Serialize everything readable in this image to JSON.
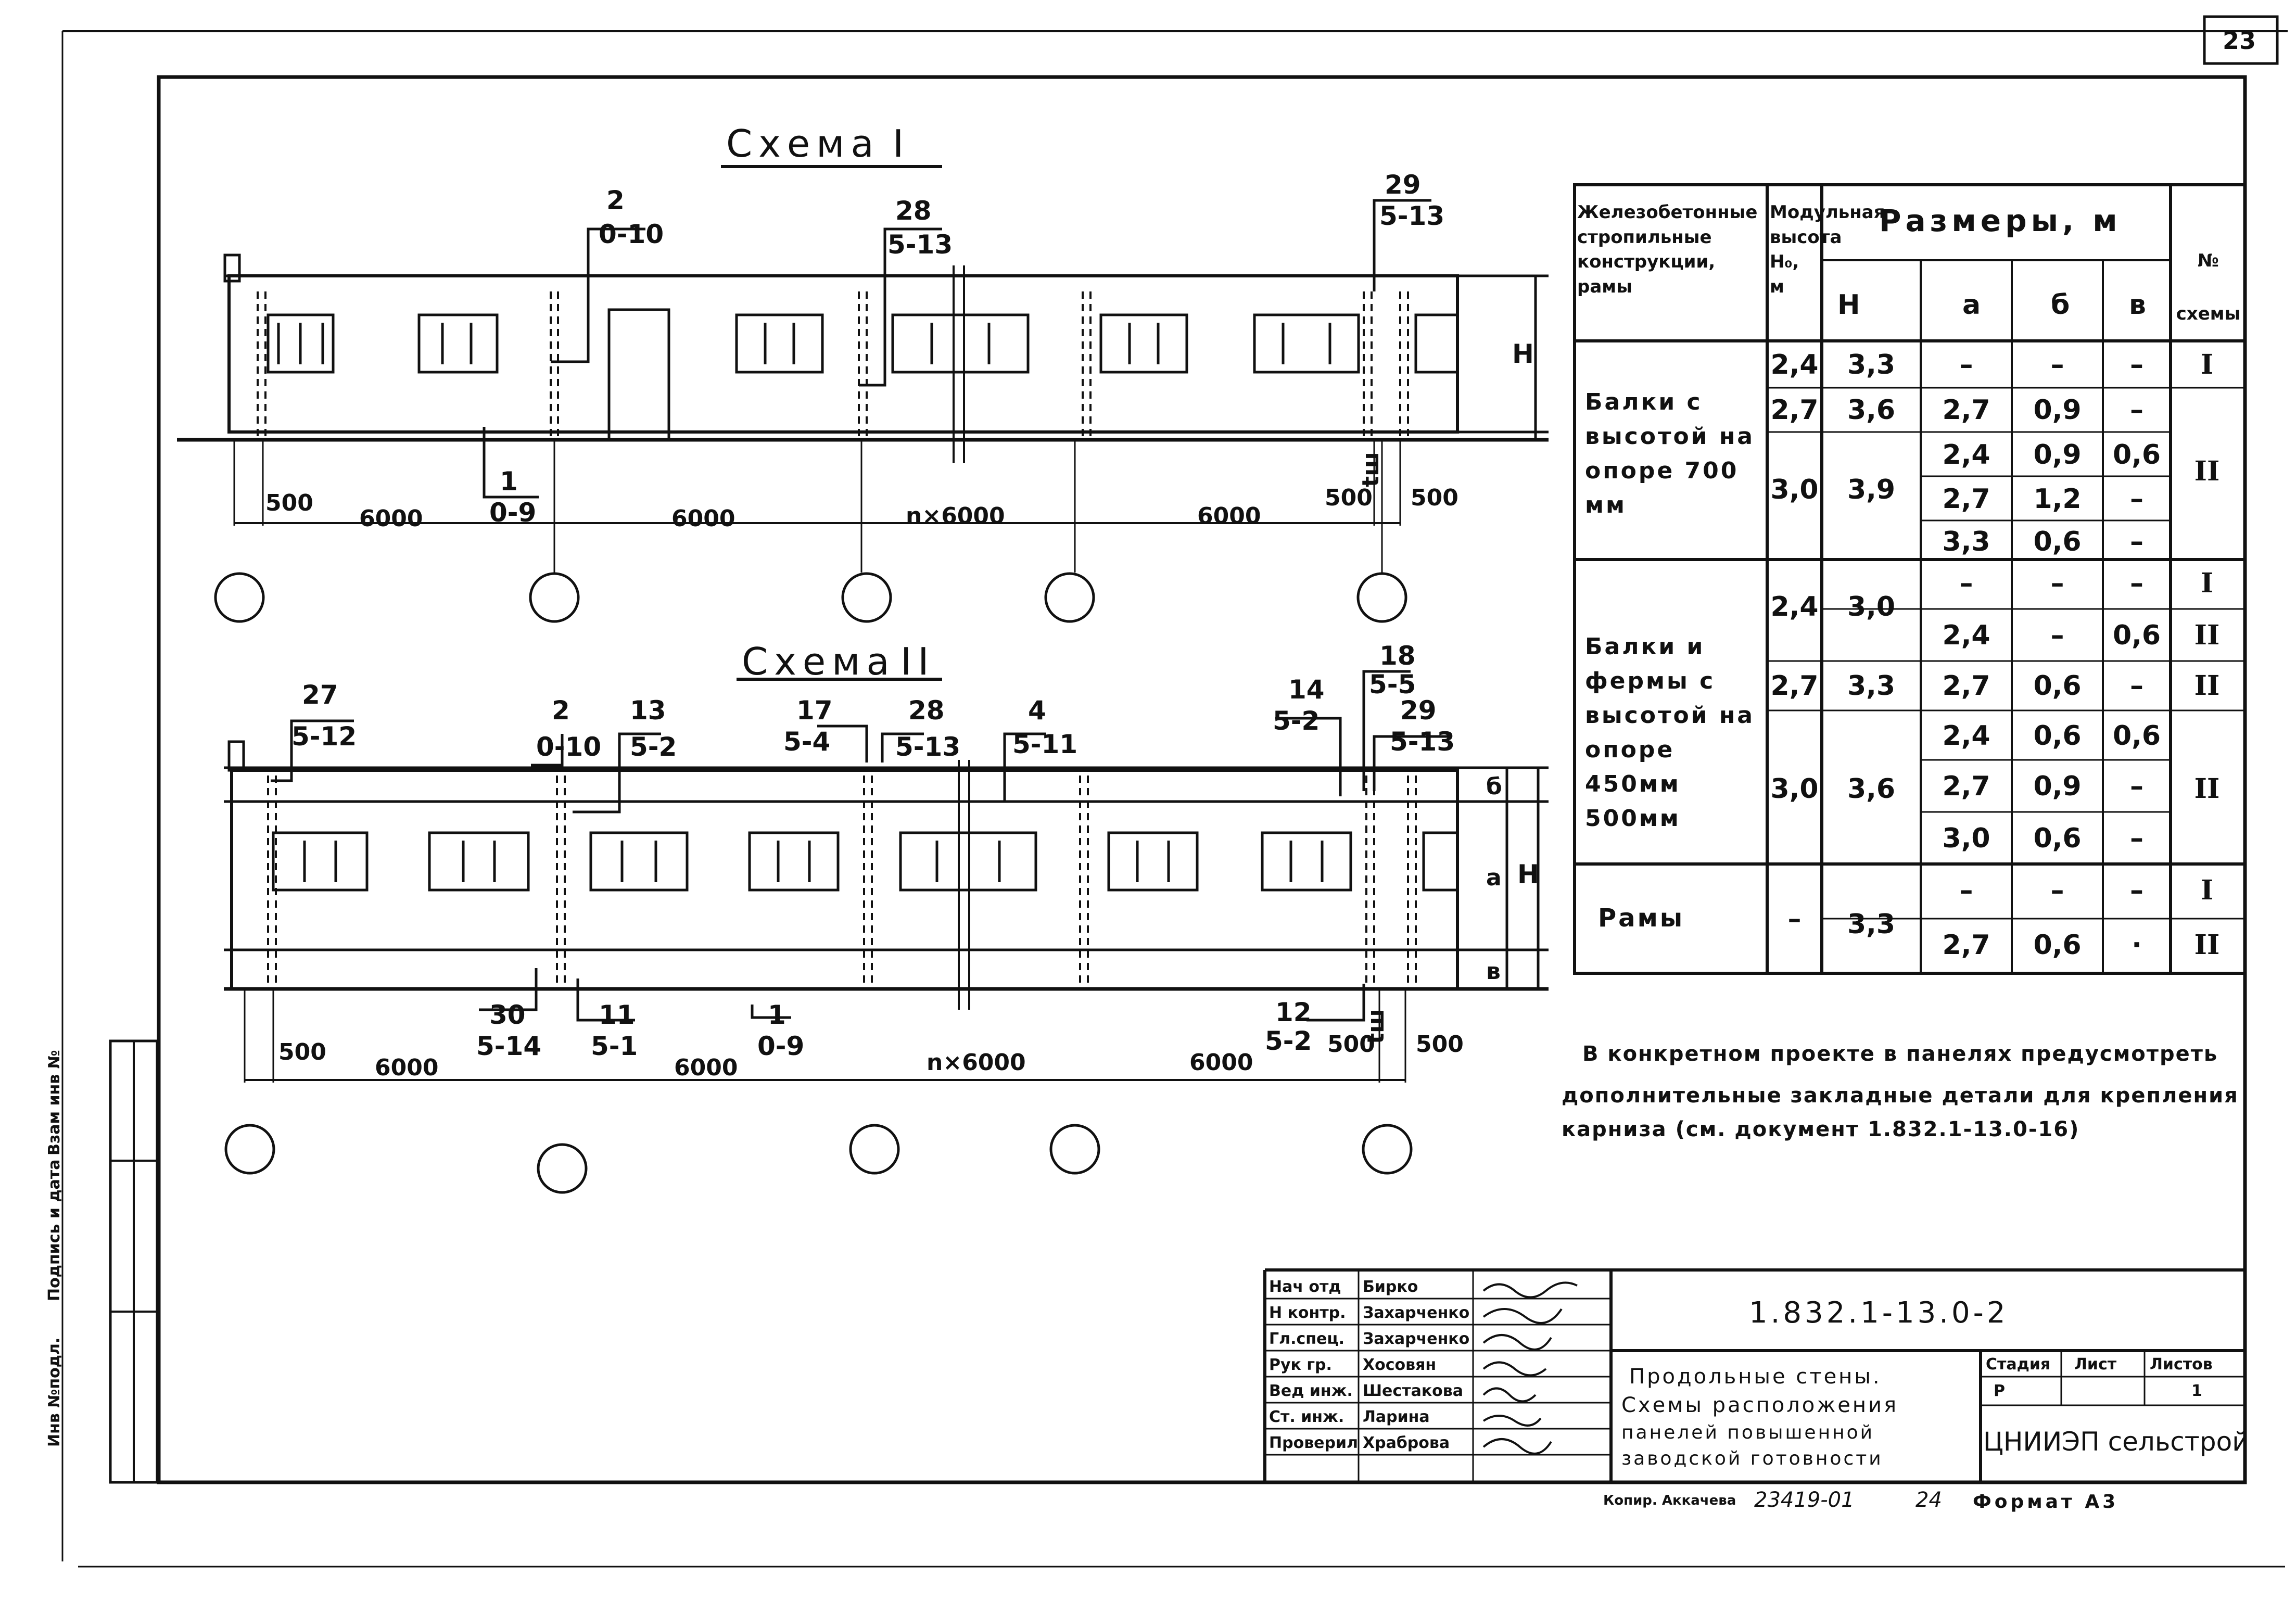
{
  "page_number": "23",
  "scheme1": {
    "title_word": "Схема",
    "title_num": "I",
    "marks": [
      {
        "num": "2",
        "code": "0-10"
      },
      {
        "num": "28",
        "code": "5-13"
      },
      {
        "num": "29",
        "code": "5-13"
      },
      {
        "num": "1",
        "code": "0-9"
      }
    ],
    "height_label": "H",
    "tsh_label": "tш",
    "dims": [
      "500",
      "6000",
      "6000",
      "n×6000",
      "6000",
      "500",
      "500"
    ]
  },
  "scheme2": {
    "title_word": "Схема",
    "title_num": "II",
    "marks": [
      {
        "num": "27",
        "code": "5-12"
      },
      {
        "num": "2",
        "code": "0-10"
      },
      {
        "num": "13",
        "code": "5-2"
      },
      {
        "num": "17",
        "code": "5-4"
      },
      {
        "num": "28",
        "code": "5-13"
      },
      {
        "num": "4",
        "code": "5-11"
      },
      {
        "num": "14",
        "code": "5-2"
      },
      {
        "num": "18",
        "code": "5-5"
      },
      {
        "num": "29",
        "code": "5-13"
      },
      {
        "num": "30",
        "code": "5-14"
      },
      {
        "num": "11",
        "code": "5-1"
      },
      {
        "num": "1",
        "code": "0-9"
      },
      {
        "num": "12",
        "code": "5-2"
      }
    ],
    "side_labels": [
      "б",
      "а",
      "в",
      "H"
    ],
    "tsh_label": "tш",
    "dims": [
      "500",
      "6000",
      "6000",
      "n×6000",
      "6000",
      "500",
      "500"
    ]
  },
  "table": {
    "h_type": "Железобетонные стропильные конструкции, рамы",
    "h_mod": "Модульная высота H₀, м",
    "h_sizes": "Размеры, м",
    "h_H": "H",
    "h_a": "а",
    "h_b": "б",
    "h_v": "в",
    "h_scheme": "№ схемы",
    "g1": "Балки с высотой на опоре 700 мм",
    "g2": "Балки и фермы с высотой на опоре 450мм 500мм",
    "g3": "Рамы",
    "rows": [
      {
        "H0": "2,4",
        "H": "3,3",
        "a": "–",
        "b": "–",
        "v": "–",
        "s": "I"
      },
      {
        "H0": "2,7",
        "H": "3,6",
        "a": "2,7",
        "b": "0,9",
        "v": "–",
        "s": ""
      },
      {
        "H0": "3,0",
        "H": "3,9",
        "a": "2,4",
        "b": "0,9",
        "v": "0,6",
        "s": "II"
      },
      {
        "H0": "",
        "H": "",
        "a": "2,7",
        "b": "1,2",
        "v": "–",
        "s": ""
      },
      {
        "H0": "",
        "H": "",
        "a": "3,3",
        "b": "0,6",
        "v": "–",
        "s": ""
      },
      {
        "H0": "2,4",
        "H": "3,0",
        "a": "–",
        "b": "–",
        "v": "–",
        "s": "I"
      },
      {
        "H0": "",
        "H": "",
        "a": "2,4",
        "b": "–",
        "v": "0,6",
        "s": "II"
      },
      {
        "H0": "2,7",
        "H": "3,3",
        "a": "2,7",
        "b": "0,6",
        "v": "–",
        "s": "II"
      },
      {
        "H0": "3,0",
        "H": "3,6",
        "a": "2,4",
        "b": "0,6",
        "v": "0,6",
        "s": "II"
      },
      {
        "H0": "",
        "H": "",
        "a": "2,7",
        "b": "0,9",
        "v": "–",
        "s": ""
      },
      {
        "H0": "",
        "H": "",
        "a": "3,0",
        "b": "0,6",
        "v": "–",
        "s": ""
      },
      {
        "H0": "–",
        "H": "3,3",
        "a": "–",
        "b": "–",
        "v": "–",
        "s": "I"
      },
      {
        "H0": "",
        "H": "",
        "a": "2,7",
        "b": "0,6",
        "v": "·",
        "s": "II"
      }
    ]
  },
  "note": [
    "В конкретном проекте в панелях предусмотреть",
    "дополнительные закладные детали для крепления",
    "карниза (см. документ 1.832.1-13.0-16)"
  ],
  "side_strip": [
    "Инв №подл.",
    "Подпись и дата",
    "Взам инв №"
  ],
  "stamp": {
    "doc_code": "1.832.1-13.0-2",
    "rows": [
      {
        "role": "Нач отд",
        "name": "Бирко"
      },
      {
        "role": "Н контр.",
        "name": "Захарченко"
      },
      {
        "role": "Гл.спец.",
        "name": "Захарченко"
      },
      {
        "role": "Рук гр.",
        "name": "Хосовян"
      },
      {
        "role": "Вед инж.",
        "name": "Шестакова"
      },
      {
        "role": "Ст. инж.",
        "name": "Ларина"
      },
      {
        "role": "Проверил",
        "name": "Храброва"
      }
    ],
    "title_lines": [
      "Продольные стены.",
      "Схемы расположения",
      "панелей повышенной",
      "заводской готовности"
    ],
    "stage_h": "Стадия",
    "sheet_h": "Лист",
    "sheets_h": "Листов",
    "stage": "Р",
    "sheets": "1",
    "org": "ЦНИИЭП сельстрой"
  },
  "footer": {
    "copied": "Копир. Аккачева",
    "order": "23419-01",
    "num": "24",
    "format": "Формат А3"
  }
}
